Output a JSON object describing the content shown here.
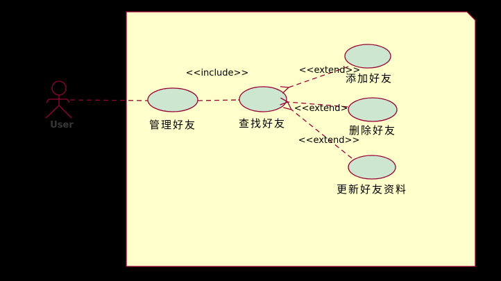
{
  "diagram": {
    "type": "uml-use-case-diagram",
    "actor": {
      "name": "User"
    },
    "use_cases": [
      {
        "label": "管理好友"
      },
      {
        "label": "查找好友"
      },
      {
        "label": "添加好友"
      },
      {
        "label": "删除好友"
      },
      {
        "label": "更新好友资料"
      }
    ],
    "relations": [
      {
        "type": "association",
        "from": "User",
        "to": "管理好友",
        "label": ""
      },
      {
        "type": "include",
        "from": "管理好友",
        "to": "查找好友",
        "label": "<<include>>"
      },
      {
        "type": "extend",
        "from": "添加好友",
        "to": "查找好友",
        "label": "<<extend>>"
      },
      {
        "type": "extend",
        "from": "删除好友",
        "to": "查找好友",
        "label": "<<extend>>"
      },
      {
        "type": "extend",
        "from": "更新好友资料",
        "to": "查找好友",
        "label": "<<extend>>"
      }
    ],
    "colors": {
      "background": "#000000",
      "panel_fill": "#FFFFCC",
      "line": "#990033",
      "usecase_fill": "#CCE6CF",
      "label_text": "#000000",
      "actor_label_text": "#383838"
    }
  }
}
